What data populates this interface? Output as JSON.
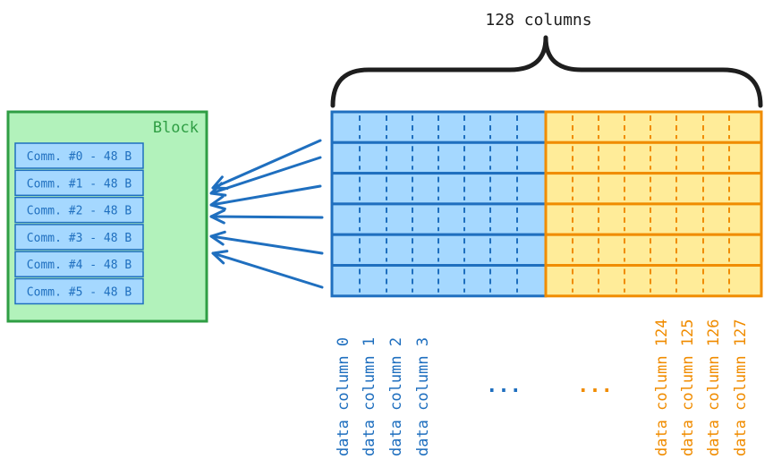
{
  "brace_label": "128 columns",
  "block": {
    "title": "Block",
    "commitments": [
      "Comm. #0 - 48 B",
      "Comm. #1 - 48 B",
      "Comm. #2 - 48 B",
      "Comm. #3 - 48 B",
      "Comm. #4 - 48 B",
      "Comm. #5 - 48 B"
    ]
  },
  "column_labels_left": [
    "data column 0",
    "data column 1",
    "data column 2",
    "data column 3"
  ],
  "column_labels_right": [
    "data column 124",
    "data column 125",
    "data column 126",
    "data column 127"
  ],
  "ellipsis_left": "...",
  "ellipsis_right": "...",
  "colors": {
    "blue_stroke": "#1f6fbf",
    "blue_fill": "#a5d8ff",
    "orange_stroke": "#f08c00",
    "orange_fill": "#ffec99",
    "green_stroke": "#2f9e44",
    "green_fill": "#b2f2bb",
    "dark": "#1e1e1e"
  }
}
